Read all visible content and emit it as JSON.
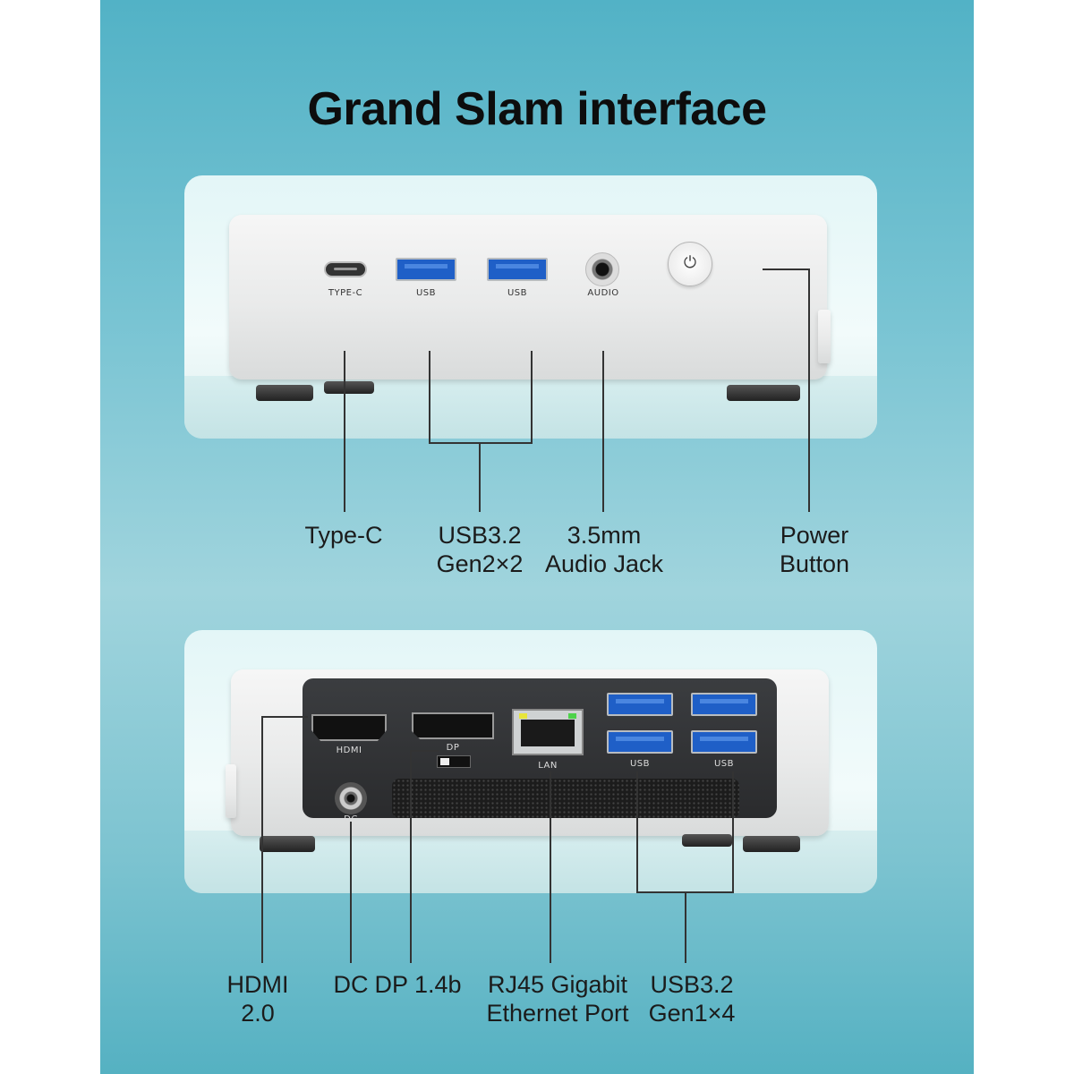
{
  "title": "Grand Slam interface",
  "front": {
    "port_labels": {
      "typec": "TYPE-C",
      "usb1": "USB",
      "usb2": "USB",
      "audio": "AUDIO"
    },
    "callouts": {
      "typec": "Type-C",
      "usb": "USB3.2\nGen2×2",
      "audio": "3.5mm\nAudio Jack",
      "power": "Power\nButton"
    },
    "power_icon": "power-icon"
  },
  "back": {
    "port_labels": {
      "hdmi": "HDMI",
      "dp": "DP",
      "lan": "LAN",
      "dc": "DC",
      "usb1": "USB",
      "usb2": "USB"
    },
    "callouts": {
      "hdmi": "HDMI\n2.0",
      "dc": "DC",
      "dp": "DP 1.4b",
      "rj45": "RJ45 Gigabit\nEthernet Port",
      "usb": "USB3.2\nGen1×4"
    }
  },
  "colors": {
    "background_top": "#52b2c6",
    "background_mid": "#a0d4dd",
    "usb_blue": "#1f5fc7",
    "lan_led_yellow": "#e8e53a",
    "lan_led_green": "#4dd24a"
  }
}
